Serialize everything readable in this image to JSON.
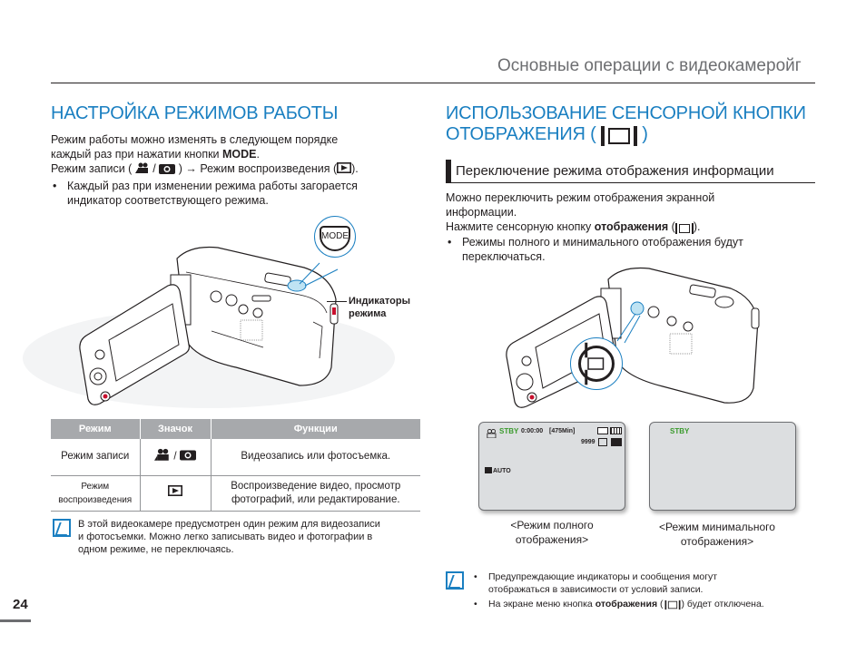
{
  "header": {
    "section_title": "Основные операции с видеокамеройг"
  },
  "left": {
    "title": "НАСТРОЙКА РЕЖИМОВ РАБОТЫ",
    "intro_line1": "Режим работы можно изменять в следующем порядке",
    "intro_line2_pre": "каждый раз при нажатии кнопки ",
    "intro_line2_bold": "MODE",
    "intro_line2_post": ".",
    "sequence_pre": "Режим записи (",
    "sequence_mid": " / ",
    "sequence_arrow": ") → Режим воспроизведения (",
    "sequence_end": ").",
    "bullet": "Каждый раз при изменении режима работы загорается индикатор соответствующего режима.",
    "figure": {
      "mode_button_label": "MODE",
      "callout_line1": "Индикаторы",
      "callout_line2": "режима"
    },
    "table": {
      "headers": [
        "Режим",
        "Значок",
        "Функции"
      ],
      "rows": [
        {
          "mode": "Режим записи",
          "icon": "video-camera / photo-camera",
          "function": "Видеозапись или фотосъемка."
        },
        {
          "mode_line1": "Режим",
          "mode_line2": "воспроизведения",
          "icon": "playback",
          "function_line1": "Воспроизведение видео, просмотр",
          "function_line2": "фотографий, или редактирование."
        }
      ]
    },
    "note": {
      "line1": "В этой видеокамере предусмотрен один режим для видеозаписи",
      "line2": "и фотосъемки. Можно легко записывать видео и фотографии в",
      "line3": "одном режиме, не переключаясь."
    }
  },
  "right": {
    "title_line1": "ИСПОЛЬЗОВАНИЕ СЕНСОРНОЙ КНОПКИ",
    "title_line2_pre": "ОТОБРАЖЕНИЯ ( ",
    "title_line2_post": " )",
    "subheading": "Переключение режима отображения информации",
    "intro_line1": "Можно переключить режим отображения экранной",
    "intro_line2": "информации.",
    "press_pre": "Нажмите сенсорную кнопку ",
    "press_bold": "отображения",
    "press_open": " (",
    "press_close": ").",
    "bullet_line1": "Режимы полного и минимального отображения будут",
    "bullet_line2": "переключаться.",
    "screens": {
      "full": {
        "stby": "STBY",
        "time": "0:00:00",
        "remaining": "[475Min]",
        "count": "9999",
        "auto": "AUTO",
        "caption_line1": "<Режим полного",
        "caption_line2": "отображения>"
      },
      "minimal": {
        "stby": "STBY",
        "caption_line1": "<Режим минимального",
        "caption_line2": "отображения>"
      }
    },
    "notes": {
      "bullet1_line1": "Предупреждающие индикаторы и сообщения могут",
      "bullet1_line2": "отображаться в зависимости от условий записи.",
      "bullet2_pre": "На экране меню кнопка ",
      "bullet2_bold": "отображения",
      "bullet2_open": " (",
      "bullet2_post": ") будет отключена."
    }
  },
  "footer": {
    "page_number": "24"
  },
  "colors": {
    "accent_blue": "#1a7fc1",
    "table_header": "#a7a9ac",
    "stby_green": "#3a9a2c",
    "header_gray": "#6d6e71"
  }
}
